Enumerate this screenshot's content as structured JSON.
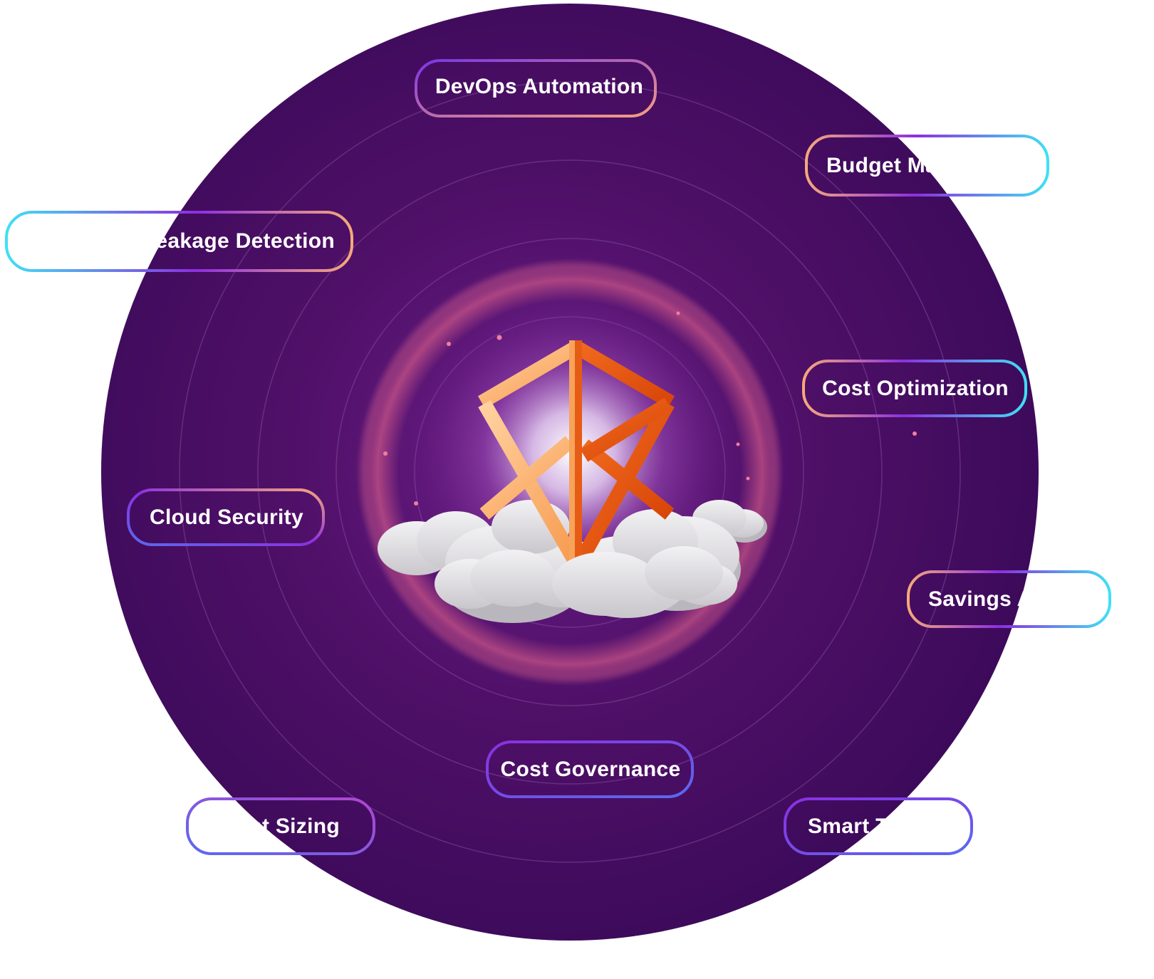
{
  "diagram": {
    "center": {
      "logo_icon": "wireframe-cube-logo",
      "cloud_icon": "cloud-icon"
    },
    "colors": {
      "background_outer": "#3d0a5c",
      "background_inner": "#5a1575",
      "ring": "#7d4597",
      "glow": "#f06a8f",
      "logo_light": "#f8a55f",
      "logo_dark": "#e0500e",
      "pill_cyan": "#3fe0f4",
      "pill_peach": "#f6a97a",
      "pill_purple": "#8c2fe0",
      "pill_blue": "#5a6aee"
    },
    "features": [
      {
        "label": "DevOps Automation"
      },
      {
        "label": "Budget Ma"
      },
      {
        "label": "eakage Detection"
      },
      {
        "label": "Cost Optimization"
      },
      {
        "label": "Cloud Security"
      },
      {
        "label": "Savings A"
      },
      {
        "label": "Cost Governance"
      },
      {
        "label": "ht Sizing"
      },
      {
        "label": "Smart T"
      }
    ]
  }
}
